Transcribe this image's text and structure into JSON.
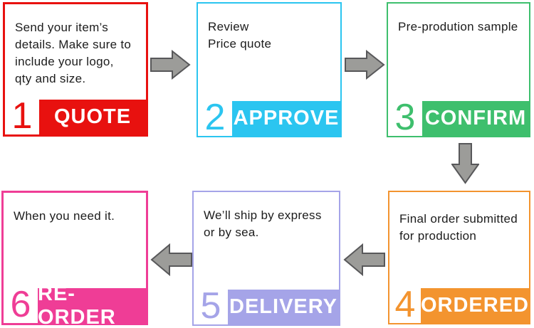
{
  "diagram": {
    "steps": [
      {
        "number": "1",
        "label": "QUOTE",
        "description": "Send your item’s\ndetails. Make sure to\n include your logo,\nqty and size.",
        "color": "#e8110f"
      },
      {
        "number": "2",
        "label": "APPROVE",
        "description": "Review\nPrice quote",
        "color": "#2bc5f0"
      },
      {
        "number": "3",
        "label": "CONFIRM",
        "description": "Pre-prodution sample",
        "color": "#3ebf6d"
      },
      {
        "number": "4",
        "label": "ORDERED",
        "description": "Final order submitted\nfor production",
        "color": "#f3942f"
      },
      {
        "number": "5",
        "label": "DELIVERY",
        "description": "We’ll ship by express\nor by sea.",
        "color": "#a5a4e8"
      },
      {
        "number": "6",
        "label": "RE-ORDER",
        "description": "When you need it.",
        "color": "#ef3d96"
      }
    ],
    "arrows": {
      "fill": "#9c9c99",
      "stroke": "#58585a"
    }
  }
}
